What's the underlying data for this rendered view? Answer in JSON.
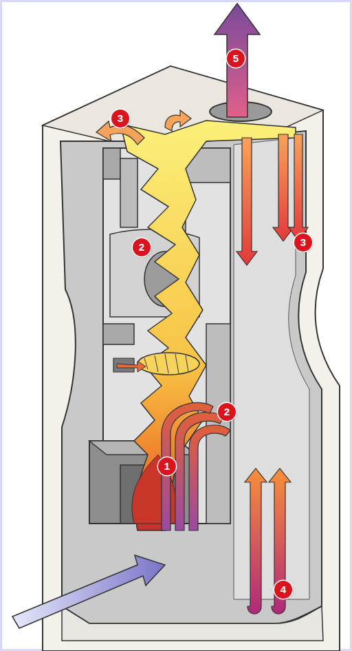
{
  "diagram": {
    "labels": [
      "5",
      "3",
      "3",
      "2",
      "2",
      "1",
      "4"
    ]
  }
}
